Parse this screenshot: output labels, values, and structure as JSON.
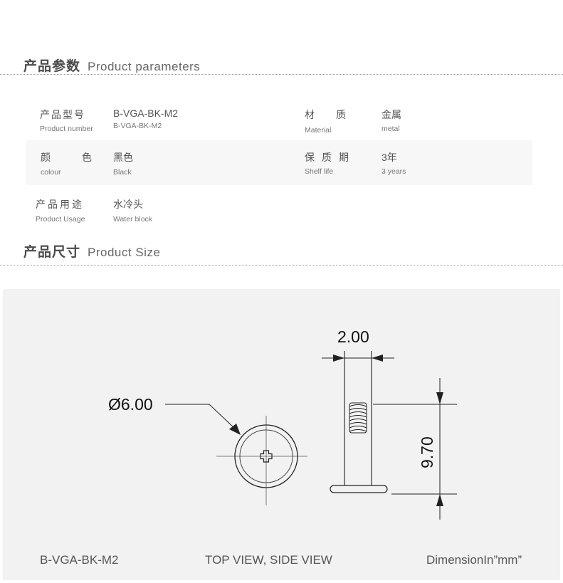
{
  "sections": {
    "params": {
      "title_cn": "产品参数",
      "title_en": "Product parameters"
    },
    "size": {
      "title_cn": "产品尺寸",
      "title_en": "Product Size"
    }
  },
  "params": {
    "model": {
      "label_cn": "产品型号",
      "label_en": "Product number",
      "value_cn": "B-VGA-BK-M2",
      "value_en": "B-VGA-BK-M2"
    },
    "material": {
      "label_cn": "材质",
      "label_en": "Material",
      "value_cn": "金属",
      "value_en": "metal"
    },
    "colour": {
      "label_cn": "颜色",
      "label_en": "colour",
      "value_cn": "黑色",
      "value_en": "Black"
    },
    "shelf": {
      "label_cn": "保质期",
      "label_en": "Shelf life",
      "value_cn": "3年",
      "value_en": "3 years"
    },
    "usage": {
      "label_cn": "产品用途",
      "label_en": "Product Usage",
      "value_cn": "水冷头",
      "value_en": "Water block"
    }
  },
  "drawing": {
    "diameter_label": "Ø6.00",
    "width_label": "2.00",
    "height_label": "9.70",
    "caption_left": "B-VGA-BK-M2",
    "caption_center": "TOP VIEW, SIDE VIEW",
    "caption_right": "DimensionIn”mm”"
  }
}
